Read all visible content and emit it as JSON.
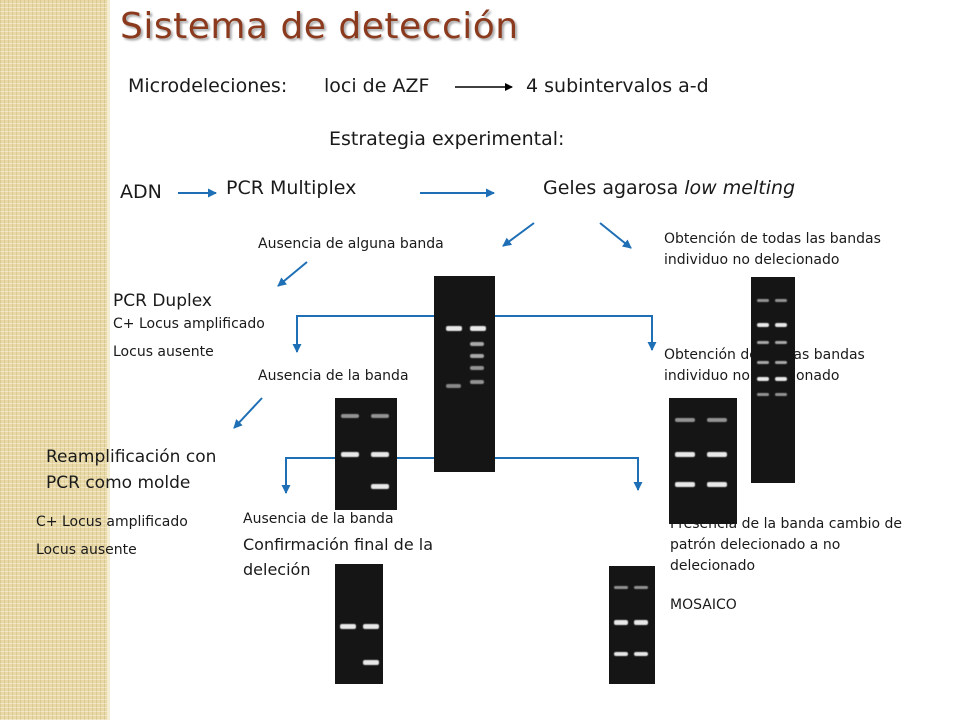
{
  "title": "Sistema de detección",
  "line1": {
    "left": "Microdeleciones:",
    "loci": "loci de AZF",
    "right": "4 subintervalos a-d"
  },
  "strategy": "Estrategia experimental:",
  "flow": {
    "adn": "ADN",
    "pcr_multiplex": "PCR Multiplex",
    "geles": "Geles agarosa ",
    "geles_italic": "low melting"
  },
  "branch1": {
    "left_label": "Ausencia de alguna banda",
    "right_line1": "Obtención de todas las bandas",
    "right_line2": "individuo no delecionado"
  },
  "duplex": {
    "title": "PCR Duplex",
    "ctrl": "C+ Locus amplificado",
    "absent": "Locus ausente",
    "left_label": "Ausencia de la banda",
    "right_line1": "Obtención de ambas bandas",
    "right_line2": "individuo no delecionado"
  },
  "reamp": {
    "line1": "Reamplificación con",
    "line2": "PCR como molde",
    "ctrl": "C+ Locus amplificado",
    "absent": "Locus ausente"
  },
  "final": {
    "left_small": "Ausencia de la banda",
    "left_line1": "Confirmación final de la",
    "left_line2": "deleción",
    "right_line1": "Presencia de la banda cambio de",
    "right_line2": "patrón delecionado a no",
    "right_line3": "delecionado",
    "mosaic": "MOSAICO"
  },
  "colors": {
    "title": "#8b3a1e",
    "arrow": "#1e6fb5",
    "accent_stripe": "#e9d9a6"
  }
}
